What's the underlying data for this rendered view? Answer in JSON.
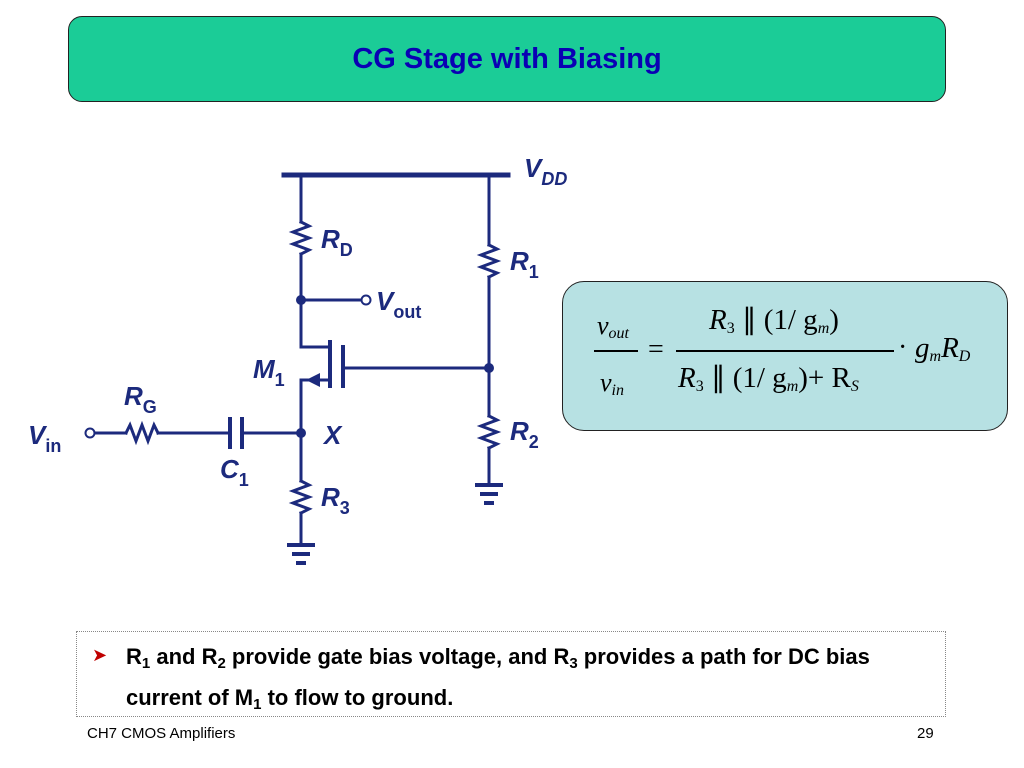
{
  "title": "CG Stage with Biasing",
  "circuit": {
    "vdd_main": "V",
    "vdd_sub": "DD",
    "rd_main": "R",
    "rd_sub": "D",
    "r1_main": "R",
    "r1_sub": "1",
    "r2_main": "R",
    "r2_sub": "2",
    "r3_main": "R",
    "r3_sub": "3",
    "rg_main": "R",
    "rg_sub": "G",
    "m1_main": "M",
    "m1_sub": "1",
    "c1_main": "C",
    "c1_sub": "1",
    "vout_main": "V",
    "vout_sub": "out",
    "vin_main": "V",
    "vin_sub": "in",
    "x_label": "X"
  },
  "equation": {
    "lhs_num": "v",
    "lhs_num_sub": "out",
    "lhs_den": "v",
    "lhs_den_sub": "in",
    "equals": "=",
    "rhs_num_r": "R",
    "rhs_num_r_sub": "3",
    "rhs_num_rest": "∥ (1/ g",
    "rhs_num_g_sub": "m",
    "rhs_num_close": ")",
    "rhs_den_r": "R",
    "rhs_den_r_sub": "3",
    "rhs_den_rest": "∥ (1/ g",
    "rhs_den_g_sub": "m",
    "rhs_den_close": ")+ R",
    "rhs_den_rs_sub": "S",
    "mult": "·",
    "gain_g": "g",
    "gain_g_sub": "m",
    "gain_r": "R",
    "gain_r_sub": "D"
  },
  "bullet": {
    "p1": "R",
    "s1": "1",
    "p2": " and R",
    "s2": "2",
    "p3": " provide gate bias voltage, and R",
    "s3": "3",
    "p4": " provides a path for DC bias current of M",
    "s4": "1",
    "p5": " to flow to ground."
  },
  "footer": {
    "left": "CH7 CMOS Amplifiers",
    "right": "29"
  },
  "colors": {
    "title_bg": "#1bcc97",
    "title_text": "#0a00b4",
    "circuit": "#1c2a7d",
    "equation_bg": "#b7e1e3",
    "bullet_arrow": "#c00000"
  }
}
